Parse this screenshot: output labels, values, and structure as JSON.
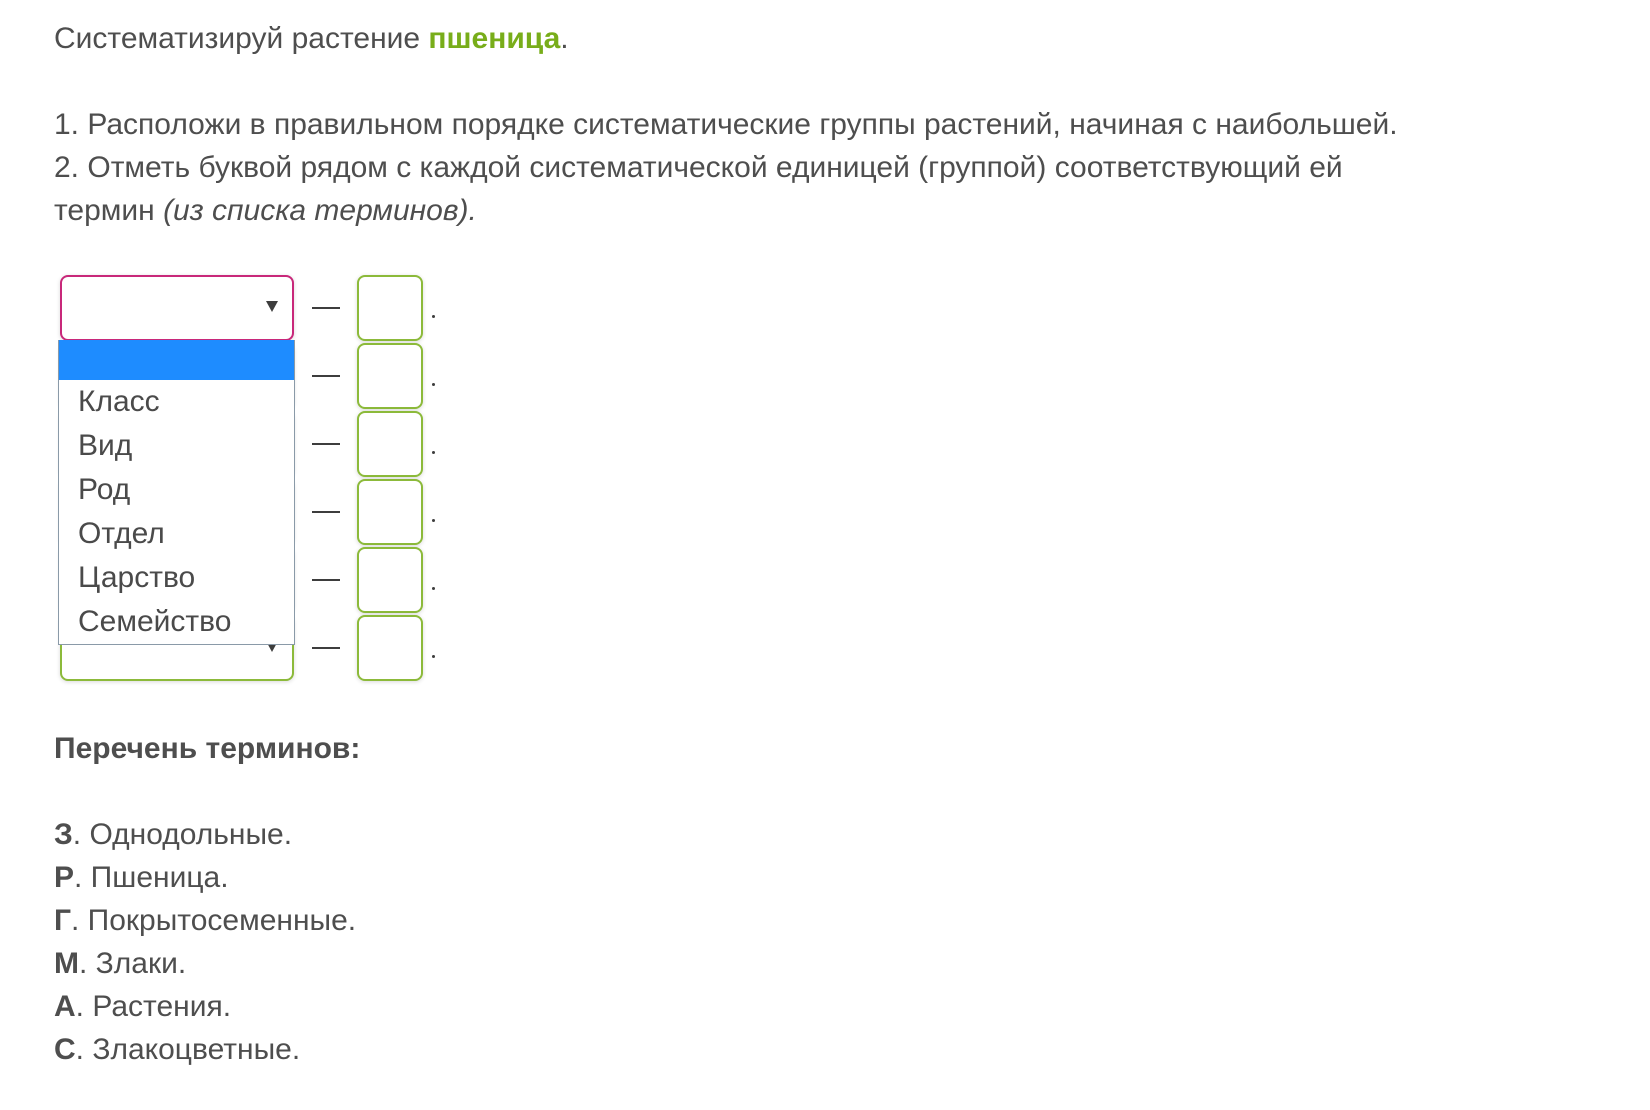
{
  "title": {
    "prefix": "Систематизируй растение ",
    "plant": "пшеница",
    "suffix": "."
  },
  "instructions": {
    "line1": "1. Расположи в правильном порядке систематические группы растений, начиная с наибольшей.",
    "line2": "2. Отметь буквой рядом с каждой систематической единицей (группой) соответствующий ей",
    "line3_plain": "термин ",
    "line3_italic": "(из списка терминов)."
  },
  "rows": [
    {
      "select_value": "",
      "letter_value": "",
      "dash": "—",
      "end": "."
    },
    {
      "select_value": "",
      "letter_value": "",
      "dash": "—",
      "end": "."
    },
    {
      "select_value": "",
      "letter_value": "",
      "dash": "—",
      "end": "."
    },
    {
      "select_value": "",
      "letter_value": "",
      "dash": "—",
      "end": "."
    },
    {
      "select_value": "",
      "letter_value": "",
      "dash": "—",
      "end": "."
    },
    {
      "select_value": "",
      "letter_value": "",
      "dash": "—",
      "end": "."
    }
  ],
  "dropdown_options": [
    "",
    "Класс",
    "Вид",
    "Род",
    "Отдел",
    "Царство",
    "Семейство"
  ],
  "terms_heading": "Перечень терминов:",
  "terms": [
    {
      "letter": "З",
      "text": ". Однодольные."
    },
    {
      "letter": "Р",
      "text": ". Пшеница."
    },
    {
      "letter": "Г",
      "text": ". Покрытосеменные."
    },
    {
      "letter": "М",
      "text": ". Злаки."
    },
    {
      "letter": "А",
      "text": ". Растения."
    },
    {
      "letter": "С",
      "text": ". Злакоцветные."
    }
  ],
  "colors": {
    "accent": "#78ad1a",
    "active_border": "#c8287a",
    "field_border": "#8cba3a",
    "highlight": "#1e8cff"
  }
}
